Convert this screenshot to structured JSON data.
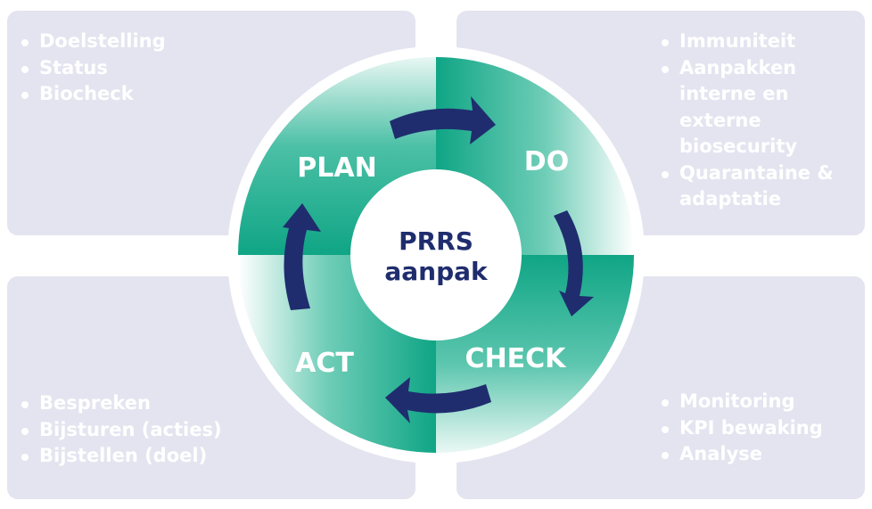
{
  "title": "PRRS aanpak",
  "center": {
    "line1": "PRRS",
    "line2": "aanpak"
  },
  "phases": [
    {
      "label": "PLAN",
      "items": [
        "Doelstelling",
        "Status",
        "Biocheck"
      ]
    },
    {
      "label": "DO",
      "items": [
        "Immuniteit",
        "Aanpakken interne en externe biosecurity",
        "Quarantaine & adaptatie"
      ]
    },
    {
      "label": "CHECK",
      "items": [
        "Monitoring",
        "KPI bewaking",
        "Analyse"
      ]
    },
    {
      "label": "ACT",
      "items": [
        "Bespreken",
        "Bijsturen (acties)",
        "Bijstellen (doel)"
      ]
    }
  ],
  "colors": {
    "box_background": "#e4e4f0",
    "green_dark": "#0fa585",
    "green_light": "#e8f7f3",
    "arrow_navy": "#1f2d6e",
    "text_white": "#ffffff"
  }
}
